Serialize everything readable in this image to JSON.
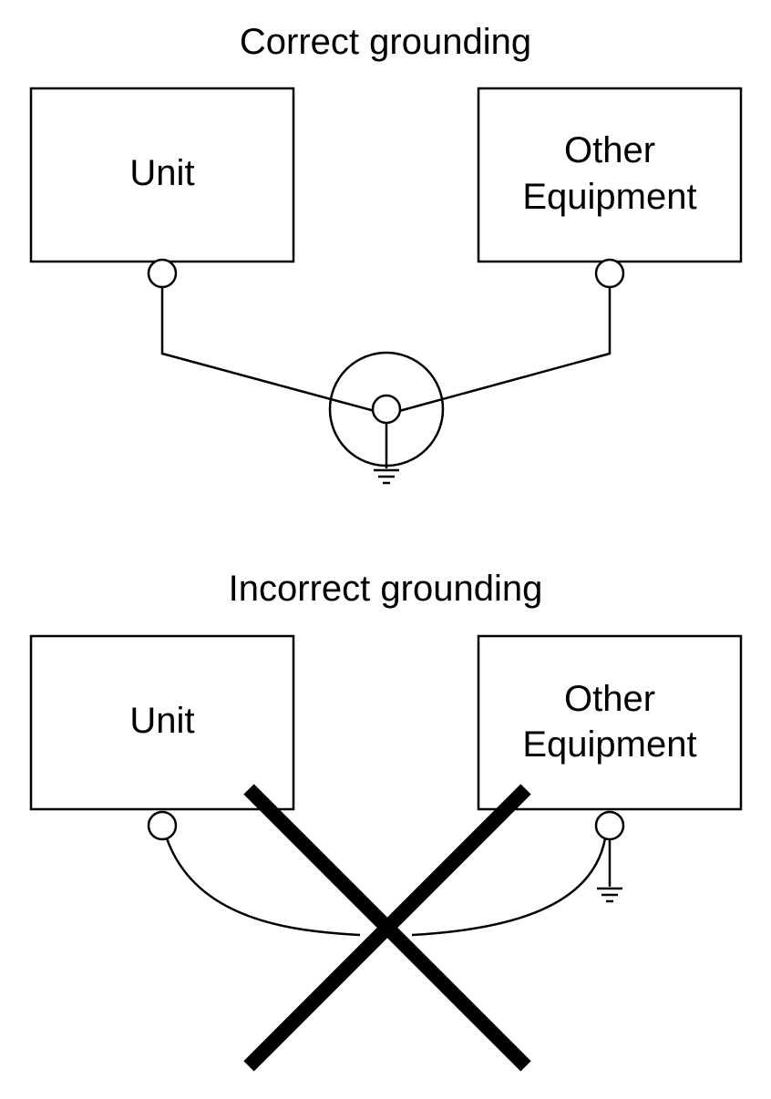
{
  "correct": {
    "title": "Correct grounding",
    "unit_label": "Unit",
    "other_label_line1": "Other",
    "other_label_line2": "Equipment"
  },
  "incorrect": {
    "title": "Incorrect grounding",
    "unit_label": "Unit",
    "other_label_line1": "Other",
    "other_label_line2": "Equipment"
  },
  "colors": {
    "stroke": "#000000",
    "background": "#ffffff"
  }
}
